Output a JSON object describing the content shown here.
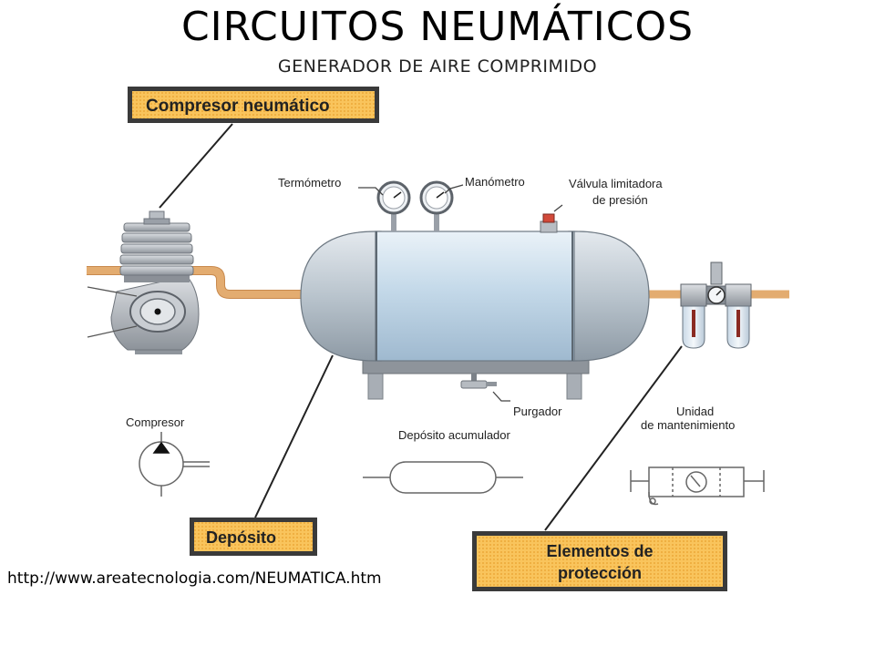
{
  "header": {
    "title": "CIRCUITOS NEUMÁTICOS",
    "subtitle": "GENERADOR DE AIRE COMPRIMIDO"
  },
  "labels": {
    "termometro": "Termómetro",
    "manometro": "Manómetro",
    "valvula_1": "Válvula limitadora",
    "valvula_2": "de presión",
    "purgador": "Purgador",
    "compresor_symbol": "Compresor",
    "deposito_acumulador": "Depósito acumulador",
    "unidad_1": "Unidad",
    "unidad_2": "de mantenimiento"
  },
  "callouts": {
    "compresor": "Compresor neumático",
    "deposito": "Depósito",
    "elementos_1": "Elementos de",
    "elementos_2": "protección"
  },
  "colors": {
    "callout_fill": "#f9c45c",
    "callout_border": "#3a3a3a",
    "pipe": "#e3ac70",
    "tank_body": "#c7dcec",
    "metal": "#9aa0a8"
  },
  "footer": {
    "source_url": "http://www.areatecnologia.com/NEUMATICA.htm"
  }
}
